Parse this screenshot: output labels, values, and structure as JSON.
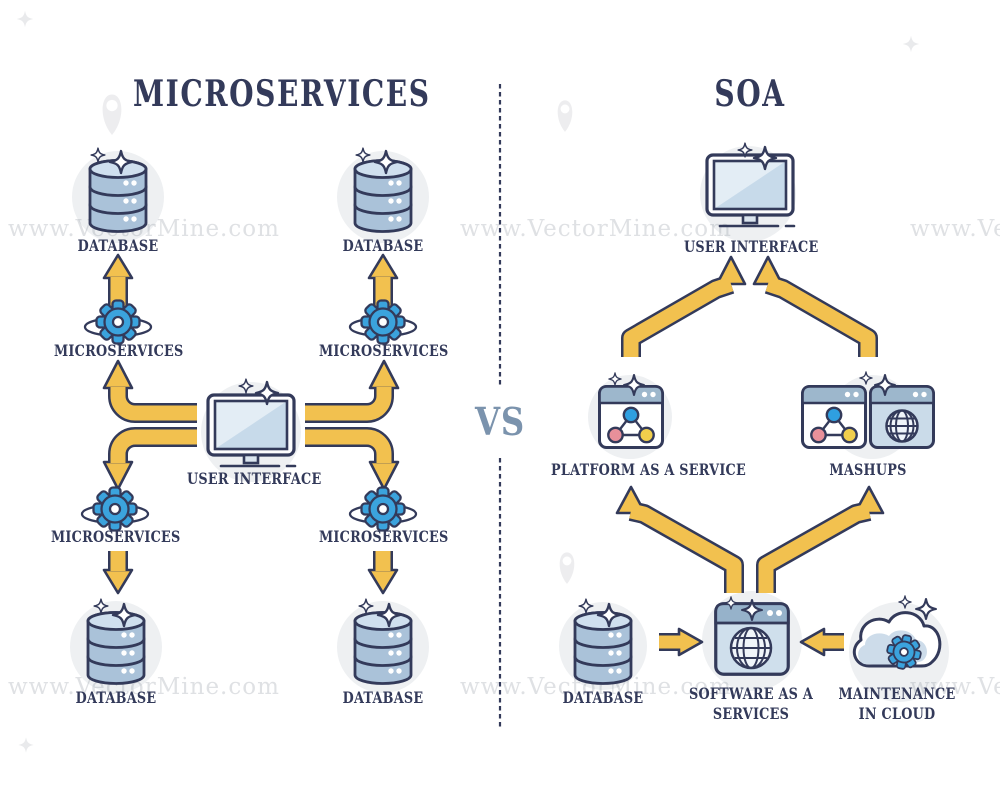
{
  "colors": {
    "ink": "#333a5a",
    "arrow": "#f2c14f",
    "gear_blue": "#3ba3dd",
    "vs": "#7b93ad",
    "db_body": "#aac2d9",
    "db_top": "#cfdfee",
    "win_header": "#9db7cc",
    "screen": "#c7daea"
  },
  "left_panel": {
    "title": "MICROSERVICES",
    "database_label": "DATABASE",
    "microservices_label": "MICROSERVICES",
    "user_interface_label": "USER INTERFACE"
  },
  "divider": {
    "vs_label": "VS"
  },
  "right_panel": {
    "title": "SOA",
    "user_interface_label": "USER INTERFACE",
    "paas_label": "PLATFORM AS A SERVICE",
    "mashups_label": "MASHUPS",
    "database_label": "DATABASE",
    "saas_label": [
      "SOFTWARE AS A",
      "SERVICES"
    ],
    "cloud_label": [
      "MAINTENANCE",
      "IN CLOUD"
    ]
  },
  "watermark": {
    "text": "www.VectorMine.com"
  }
}
